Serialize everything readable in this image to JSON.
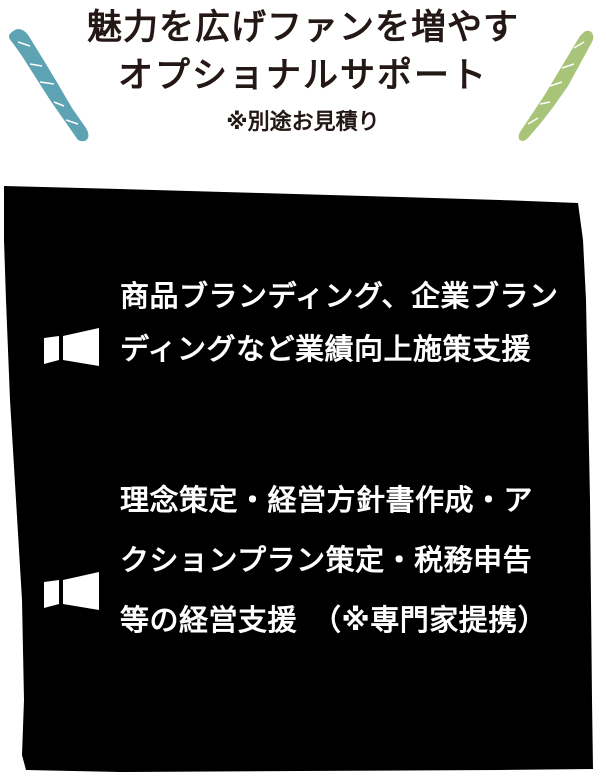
{
  "heading": {
    "line1": "魅力を広げファンを増やす",
    "line2": "オプショナルサポート",
    "note": "※別途お見積り"
  },
  "decorations": {
    "left_stroke_color": "#5ea3b3",
    "right_stroke_color": "#a8c478"
  },
  "panel": {
    "background": "#000000",
    "items": [
      {
        "icon": "bowtie-icon",
        "text": "商品ブランディング、企業ブランディングなど業績向上施策支援"
      },
      {
        "icon": "bowtie-icon",
        "text": "理念策定・経営方針書作成・アクションプラン策定・税務申告等の経営支援　（※専門家提携）"
      }
    ]
  }
}
